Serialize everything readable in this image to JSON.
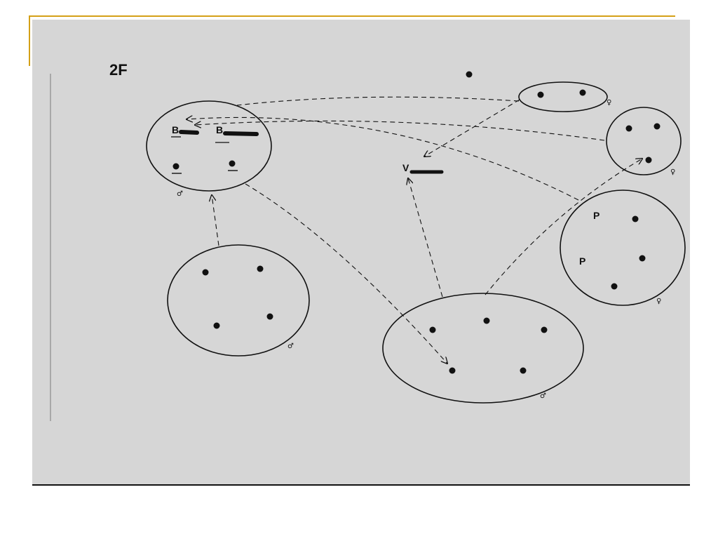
{
  "slide": {
    "title": "2F",
    "accent_color": "#d4a017",
    "panel_color": "#d6d6d6"
  },
  "labels": {
    "b1": "B",
    "b2": "B",
    "v": "V",
    "p1": "P",
    "p2": "P"
  },
  "symbols": {
    "male": "♂",
    "female": "♀",
    "zygote": "♂"
  }
}
